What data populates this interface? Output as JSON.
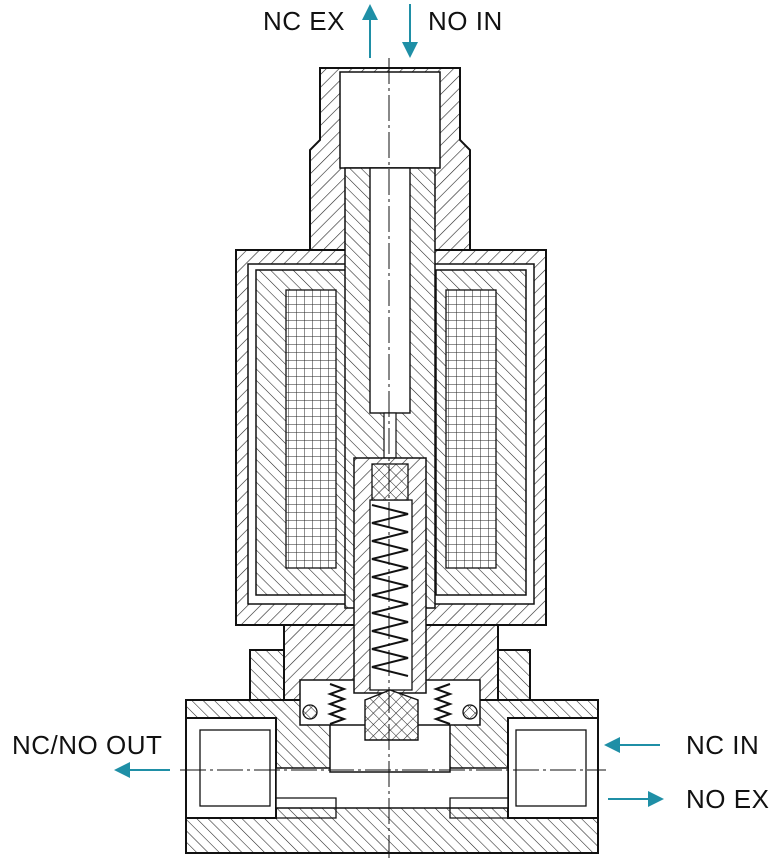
{
  "labels": {
    "nc_ex": "NC EX",
    "no_in": "NO IN",
    "nc_no_out": "NC/NO OUT",
    "nc_in": "NC IN",
    "no_ex": "NO EX"
  },
  "colors": {
    "arrow": "#1f8fa6",
    "line": "#111111",
    "hatch": "#222222",
    "background": "#ffffff"
  }
}
